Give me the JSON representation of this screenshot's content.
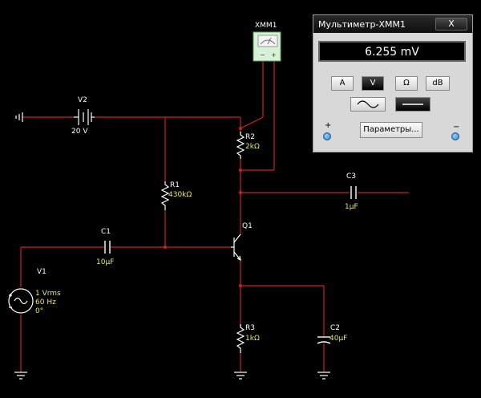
{
  "schematic": {
    "labels": {
      "xmm1": "XMM1",
      "v2_name": "V2",
      "v2_value": "20 V",
      "r2_name": "R2",
      "r2_value": "2kΩ",
      "r1_name": "R1",
      "r1_value": "430kΩ",
      "c3_name": "C3",
      "c3_value": "1µF",
      "c1_name": "C1",
      "c1_value": "10µF",
      "q1_name": "Q1",
      "v1_name": "V1",
      "v1_amp": "1 Vrms",
      "v1_freq": "60 Hz",
      "v1_phase": "0°",
      "r3_name": "R3",
      "r3_value": "1kΩ",
      "c2_name": "C2",
      "c2_value": "40µF"
    },
    "colors": {
      "wire": "#cc2222",
      "component": "#ffffff",
      "value_label": "#e8e85a",
      "background": "#000000"
    }
  },
  "multimeter": {
    "title": "Мультиметр-XMM1",
    "close_label": "X",
    "reading": "6.255 mV",
    "mode_buttons": [
      {
        "label": "A",
        "active": false
      },
      {
        "label": "V",
        "active": true
      },
      {
        "label": "Ω",
        "active": false
      },
      {
        "label": "dB",
        "active": false
      }
    ],
    "signal_buttons": [
      {
        "name": "ac-wave-icon",
        "active": false
      },
      {
        "name": "dc-line-icon",
        "active": true
      }
    ],
    "params_label": "Параметры...",
    "terminal_plus": "+",
    "terminal_minus": "−"
  }
}
